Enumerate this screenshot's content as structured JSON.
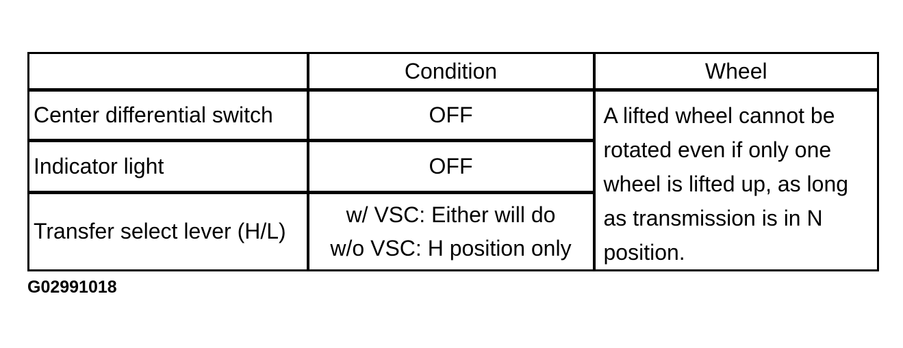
{
  "table": {
    "headers": {
      "item": "",
      "condition": "Condition",
      "wheel": "Wheel"
    },
    "rows": [
      {
        "item": "Center differential switch",
        "condition": "OFF"
      },
      {
        "item": "Indicator light",
        "condition": "OFF"
      },
      {
        "item": "Transfer select lever (H/L)",
        "condition_lines": [
          "w/ VSC: Either will do",
          "w/o VSC: H position only"
        ]
      }
    ],
    "wheel_note": "A lifted wheel cannot be rotated even if only one wheel is lifted up, as long as transmission is in N position."
  },
  "caption": "G02991018",
  "colors": {
    "background": "#ffffff",
    "border": "#000000",
    "text": "#000000"
  }
}
